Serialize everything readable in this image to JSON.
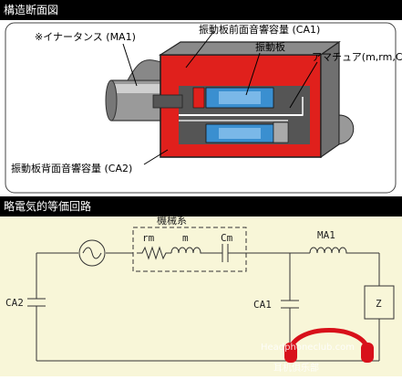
{
  "top_section": {
    "title": "構造断面図",
    "labels": {
      "inertance": "※イナータンス (MA1)",
      "front_volume": "振動板前面音響容量 (CA1)",
      "diaphragm": "振動板",
      "armature": "アマチュア(m,rm,Cm)",
      "back_volume": "振動板背面音響容量 (CA2)"
    }
  },
  "bottom_section": {
    "title": "略電気的等価回路",
    "labels": {
      "mechanical": "機械系",
      "rm": "rm",
      "m": "m",
      "cm": "Cm",
      "ma1": "MA1",
      "ca1": "CA1",
      "ca2": "CA2",
      "z": "Z"
    }
  },
  "watermark": {
    "line1": "Headphoneclub.com",
    "line2": "耳机俱乐部"
  },
  "colors": {
    "header_bg": "#000000",
    "circuit_bg": "#f8f6d8",
    "housing_red": "#e0201c",
    "coil_blue": "#3a8fd0",
    "logo_red": "#d8101a"
  }
}
